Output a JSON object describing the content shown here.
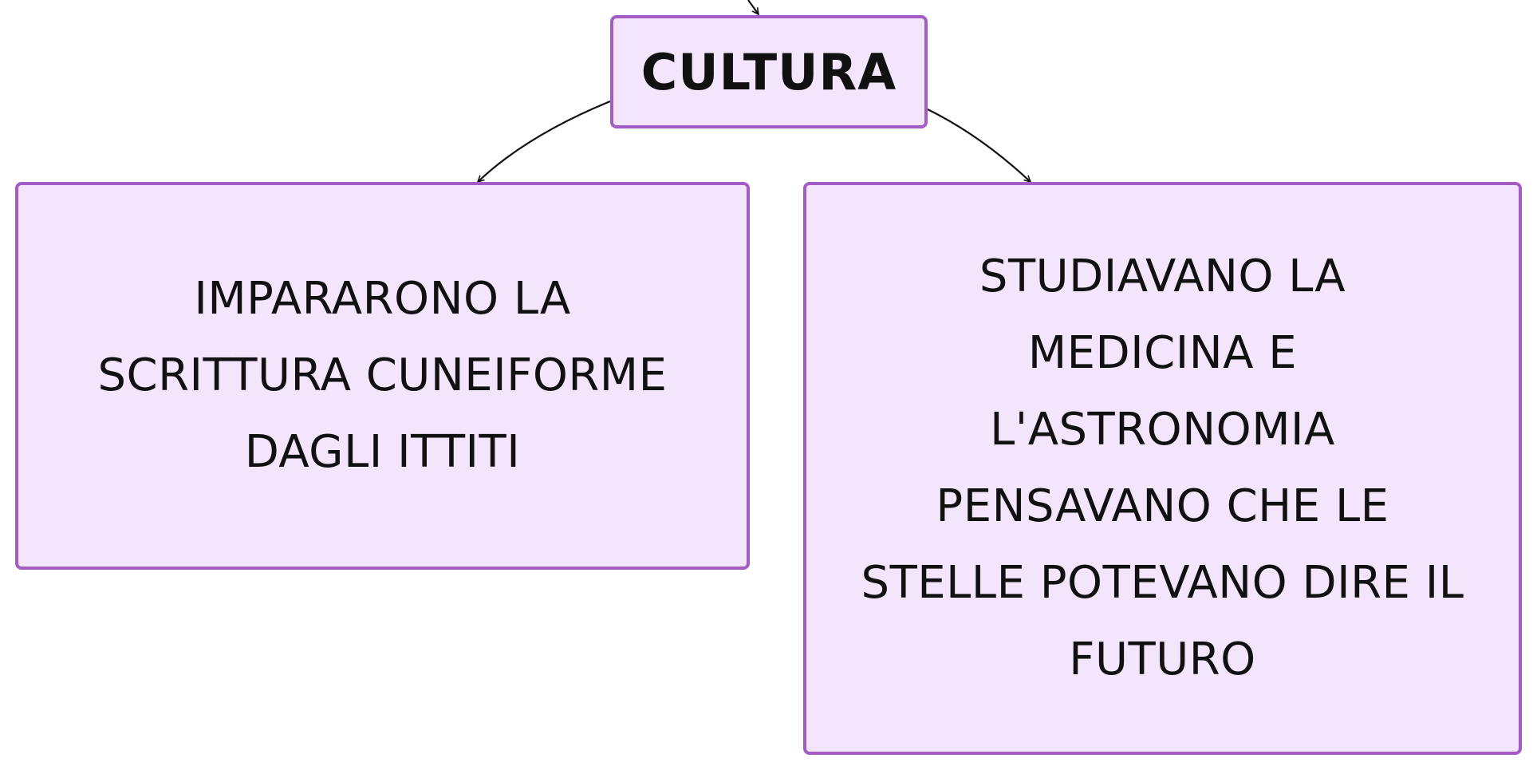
{
  "diagram": {
    "root": {
      "label": "CULTURA"
    },
    "children": [
      {
        "lines": [
          "IMPARARONO LA",
          "SCRITTURA CUNEIFORME",
          "DAGLI ITTITI"
        ]
      },
      {
        "lines": [
          "STUDIAVANO LA",
          "MEDICINA E",
          "L'ASTRONOMIA",
          "PENSAVANO CHE LE",
          "STELLE POTEVANO DIRE IL",
          "FUTURO"
        ]
      }
    ],
    "colors": {
      "node_fill": "#f3e5fb",
      "node_border": "#a35cc4",
      "text": "#111111",
      "connector": "#111111"
    }
  }
}
